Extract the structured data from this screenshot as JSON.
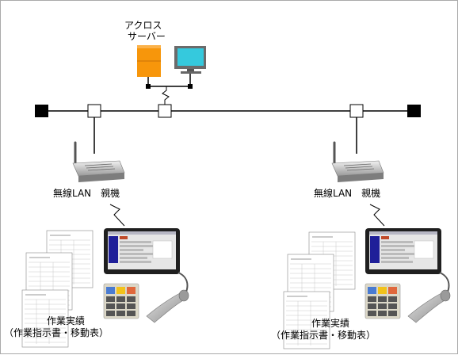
{
  "server": {
    "label_line1": "アクロス",
    "label_line2": "サーバー"
  },
  "wireless_lan": {
    "left_label": "無線LAN　親機",
    "right_label": "無線LAN　親機"
  },
  "work_results": {
    "left_title": "作業実績",
    "left_subtitle": "（作業指示書・移動表）",
    "right_title": "作業実績",
    "right_subtitle": "（作業指示書・移動表）"
  },
  "colors": {
    "server_box": "#f7960b",
    "line": "#000000",
    "tablet_bezel": "#1f1f1f",
    "keypad": "#dcd8c8"
  }
}
